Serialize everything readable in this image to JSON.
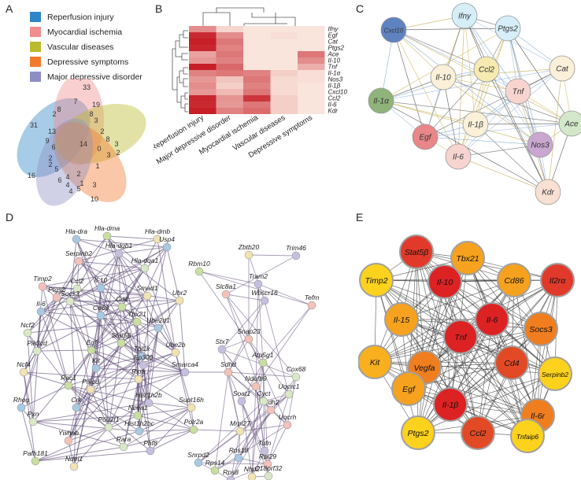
{
  "panels": {
    "a": "A",
    "b": "B",
    "c": "C",
    "d": "D",
    "e": "E"
  },
  "venn": {
    "sets": [
      {
        "name": "Reperfusion injury",
        "color": "#2e86c9"
      },
      {
        "name": "Myocardial ischemia",
        "color": "#f08d8d"
      },
      {
        "name": "Vascular diseases",
        "color": "#bcbb2c"
      },
      {
        "name": "Depressive symptoms",
        "color": "#f3792f"
      },
      {
        "name": "Major depressive disorder",
        "color": "#8e8ec4"
      }
    ],
    "counts": [
      "33",
      "19",
      "7",
      "8",
      "2",
      "8",
      "3",
      "31",
      "13",
      "9",
      "6",
      "2",
      "14",
      "8",
      "3",
      "0",
      "3",
      "2",
      "2",
      "5",
      "4",
      "2",
      "1",
      "3",
      "1",
      "16",
      "6",
      "4",
      "5",
      "4",
      "10",
      "2"
    ]
  },
  "heatmap": {
    "genes": [
      "Ifny",
      "Egf",
      "Cat",
      "Ptgs2",
      "Ace",
      "Il-10",
      "Tnf",
      "Il-1α",
      "Nos3",
      "Il-1β",
      "Cxcl10",
      "Ccl2",
      "Il-6",
      "Kdr"
    ],
    "conditions": [
      "Reperfusion injury",
      "Major depressive disorder",
      "Myocardial ischemia",
      "Vascular diseases",
      "Depressive symptoms"
    ],
    "values": [
      [
        0.45,
        0.12,
        0.05,
        0.05,
        0.05
      ],
      [
        0.9,
        0.45,
        0.05,
        0.08,
        0.05
      ],
      [
        0.95,
        0.55,
        0.05,
        0.05,
        0.05
      ],
      [
        0.92,
        0.5,
        0.05,
        0.05,
        0.05
      ],
      [
        0.35,
        0.55,
        0.05,
        0.05,
        0.55
      ],
      [
        0.4,
        0.5,
        0.05,
        0.05,
        0.45
      ],
      [
        0.95,
        0.62,
        0.05,
        0.05,
        0.3
      ],
      [
        0.5,
        0.55,
        0.5,
        0.15,
        0.08
      ],
      [
        0.4,
        0.2,
        0.55,
        0.1,
        0.08
      ],
      [
        0.45,
        0.15,
        0.5,
        0.1,
        0.05
      ],
      [
        0.4,
        0.25,
        0.55,
        0.1,
        0.05
      ],
      [
        0.92,
        0.42,
        0.85,
        0.15,
        0.05
      ],
      [
        0.9,
        0.4,
        0.55,
        0.15,
        0.05
      ],
      [
        0.95,
        0.5,
        0.6,
        0.15,
        0.05
      ]
    ]
  },
  "netC": {
    "nodes": [
      {
        "id": "Cxcl10",
        "color": "#5f82c0"
      },
      {
        "id": "Ifny",
        "color": "#d6eef7"
      },
      {
        "id": "Ptgs2",
        "color": "#d6eef7"
      },
      {
        "id": "Cat",
        "color": "#fbf0d8"
      },
      {
        "id": "Il-1α",
        "color": "#8fb47a"
      },
      {
        "id": "Il-10",
        "color": "#fbf0d8"
      },
      {
        "id": "Ccl2",
        "color": "#f6eab0"
      },
      {
        "id": "Tnf",
        "color": "#f8d4d0"
      },
      {
        "id": "Il-1β",
        "color": "#fbf0d8"
      },
      {
        "id": "Ace",
        "color": "#d3e8c8"
      },
      {
        "id": "Egf",
        "color": "#e9868a"
      },
      {
        "id": "Nos3",
        "color": "#c9a7d0"
      },
      {
        "id": "Il-6",
        "color": "#f8d4d0"
      },
      {
        "id": "Kdr",
        "color": "#f8e0d2"
      }
    ]
  },
  "netD": {
    "labels": [
      "Hla-dra",
      "Hla-dma",
      "Hla-dmb",
      "Hla-dqb1",
      "Serpinb2",
      "Hla-dqa1",
      "Usp4",
      "Rbm10",
      "Zbtb20",
      "Trim46",
      "Timp2",
      "Ccl2",
      "Il-10",
      "Cd4",
      "Smad1",
      "Tram2",
      "Slc8a1",
      "Socs3",
      "Il-6",
      "Tbx21",
      "Ubr2",
      "Wbscr16",
      "Tefm",
      "Ncf2",
      "Ube2d1",
      "Stat5β",
      "Ube2b",
      "Stx7",
      "Snap23",
      "Pik3cd",
      "Tbl1x",
      "Atp5g1",
      "Ncf4",
      "Ep300",
      "Sdhd",
      "Cox68",
      "Kit",
      "Egf",
      "Rxra",
      "Smarca4",
      "Ndufb9",
      "Uqcrc1",
      "Rhog",
      "Rac1",
      "Prkcd",
      "Hist1h2b",
      "Mdh2",
      "Pxn",
      "Crk",
      "Nceа1",
      "Supt16h",
      "Soat1",
      "Uqcrh",
      "Pou2f1",
      "Hist1h2bc",
      "Polr2a",
      "Mrpl27",
      "Tufn",
      "Ywhab",
      "Rara",
      "Rps18",
      "Pafh181",
      "Ndel1",
      "Phf8",
      "Rpl29",
      "C18orf32",
      "Snrpd2",
      "Rps14",
      "Nhp2",
      "Rps8",
      "Ptgs2",
      "Cyct",
      "Cd68"
    ]
  },
  "netE": {
    "nodes": [
      {
        "id": "Stat5β",
        "color": "#e23a2a"
      },
      {
        "id": "Tbx21",
        "color": "#f6a21e"
      },
      {
        "id": "Timp2",
        "color": "#fcd21d"
      },
      {
        "id": "Cd86",
        "color": "#f6a21e"
      },
      {
        "id": "Il-10",
        "color": "#dd2224"
      },
      {
        "id": "Il2rα",
        "color": "#e23a2a"
      },
      {
        "id": "Il-15",
        "color": "#f6a21e"
      },
      {
        "id": "Il-6",
        "color": "#dd2224"
      },
      {
        "id": "Socs3",
        "color": "#f07e1f"
      },
      {
        "id": "Kit",
        "color": "#f8b01e"
      },
      {
        "id": "Vegfa",
        "color": "#f07e1f"
      },
      {
        "id": "Tnf",
        "color": "#dd2224"
      },
      {
        "id": "Serpinb2",
        "color": "#fcd21d"
      },
      {
        "id": "Egf",
        "color": "#f6a21e"
      },
      {
        "id": "Cd4",
        "color": "#e24a26"
      },
      {
        "id": "Il-1β",
        "color": "#dd2224"
      },
      {
        "id": "Il-6r",
        "color": "#f07e1f"
      },
      {
        "id": "Ptgs2",
        "color": "#fcd21d"
      },
      {
        "id": "Ccl2",
        "color": "#e24a26"
      },
      {
        "id": "Tnfaip6",
        "color": "#fcd21d"
      }
    ]
  }
}
